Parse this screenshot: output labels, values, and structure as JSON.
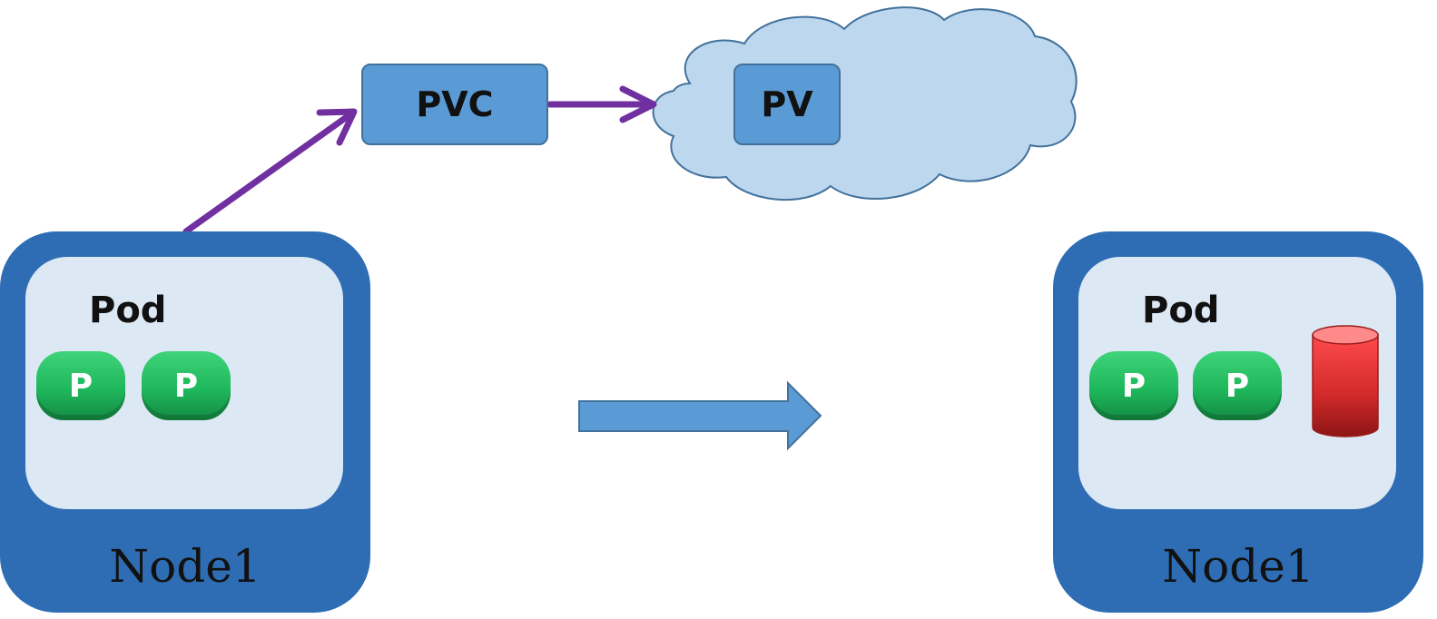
{
  "pvc": {
    "label": "PVC"
  },
  "pv": {
    "label": "PV"
  },
  "left_node": {
    "label": "Node1",
    "pod_label": "Pod",
    "containers": [
      "P",
      "P"
    ]
  },
  "right_node": {
    "label": "Node1",
    "pod_label": "Pod",
    "containers": [
      "P",
      "P"
    ]
  },
  "colors": {
    "node": "#2e6db4",
    "pod": "#dde8f5",
    "box": "#5b9bd5",
    "cloud": "#bdd7ee",
    "link_arrow": "#7030a0",
    "container": "#1fb85c",
    "volume": "#e03030"
  },
  "icons": {
    "cloud": "cloud-icon",
    "volume": "storage-volume-icon",
    "transition": "right-arrow-icon"
  }
}
